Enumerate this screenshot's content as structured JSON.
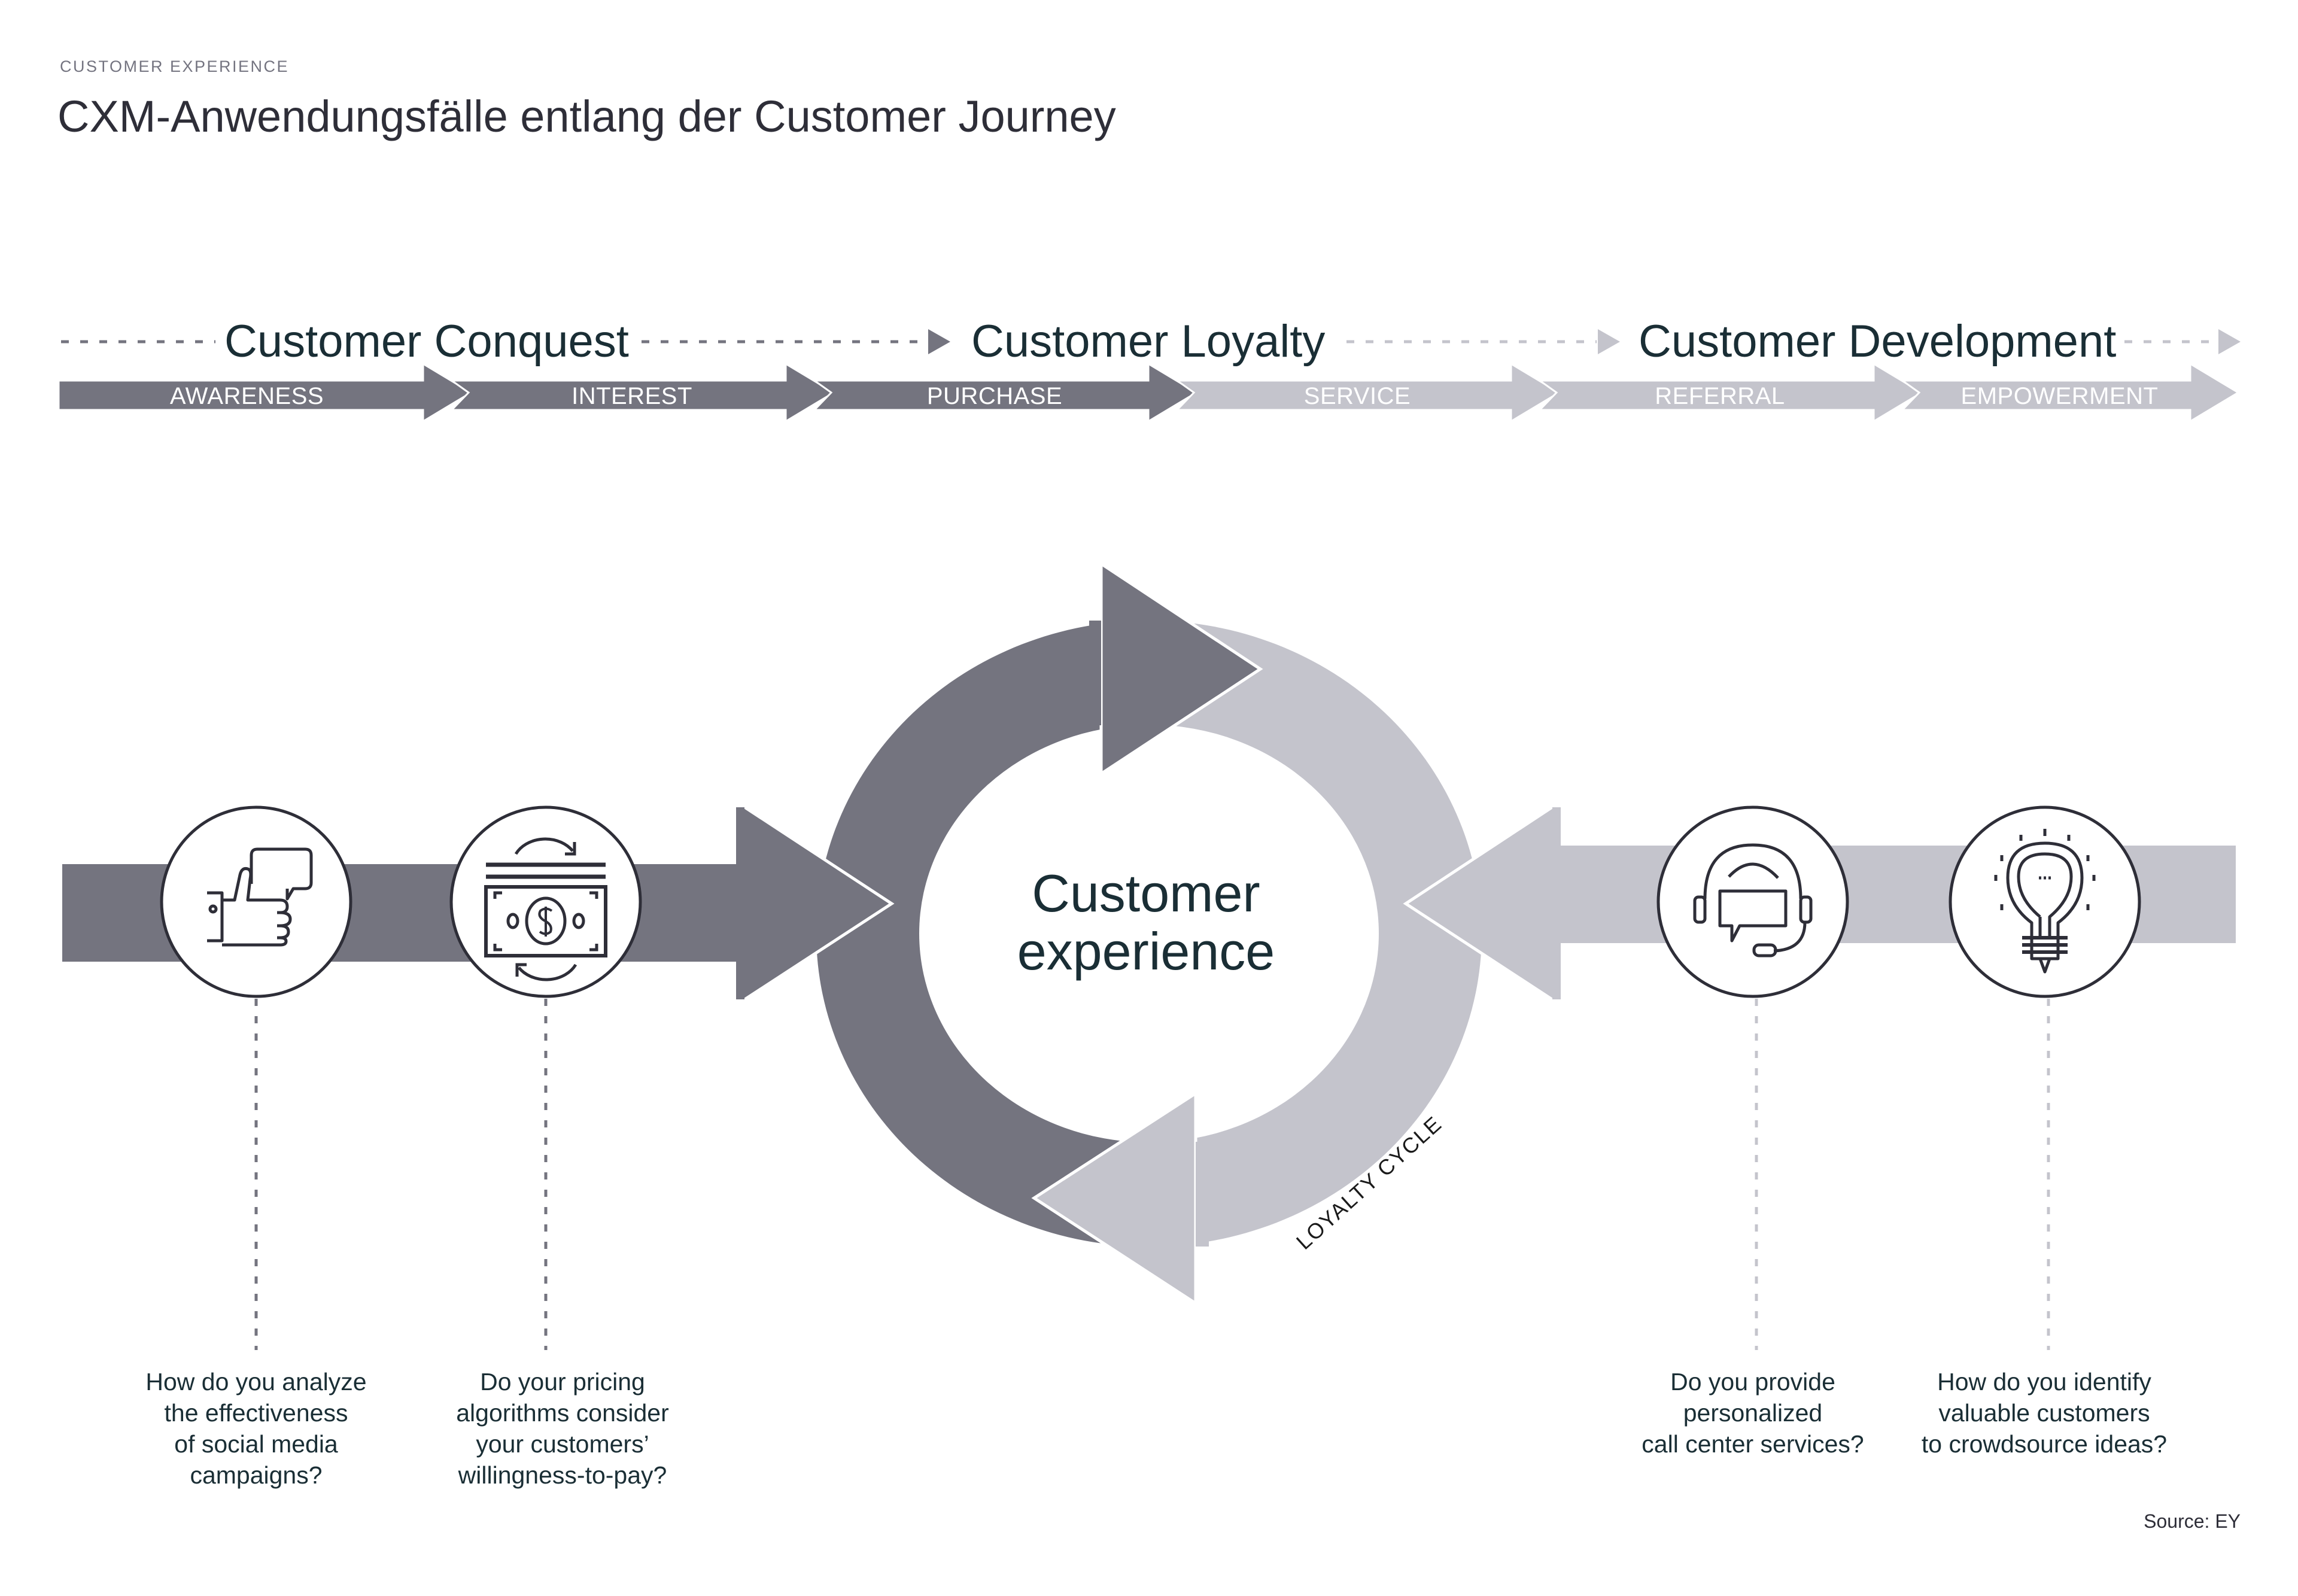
{
  "header": {
    "eyebrow": "CUSTOMER EXPERIENCE",
    "title": "CXM-Anwendungsfälle entlang der Customer Journey"
  },
  "colors": {
    "dark": "#74747f",
    "light": "#c4c4cc",
    "text": "#1a2e35",
    "icon_stroke": "#2e2e38"
  },
  "phases": [
    {
      "label": "Customer Conquest",
      "tone": "dark"
    },
    {
      "label": "Customer Loyalty",
      "tone": "light"
    },
    {
      "label": "Customer Development",
      "tone": "light"
    }
  ],
  "stages": [
    {
      "label": "AWARENESS",
      "tone": "dark"
    },
    {
      "label": "INTEREST",
      "tone": "dark"
    },
    {
      "label": "PURCHASE",
      "tone": "dark"
    },
    {
      "label": "SERVICE",
      "tone": "light"
    },
    {
      "label": "REFERRAL",
      "tone": "light"
    },
    {
      "label": "EMPOWERMENT",
      "tone": "light"
    }
  ],
  "cycle": {
    "center_line1": "Customer",
    "center_line2": "experience",
    "label": "LOYALTY CYCLE"
  },
  "use_cases": [
    {
      "icon": "thumbs-up-speech-bubble-icon",
      "tone": "dark",
      "question": "How do you analyze\nthe effectiveness\nof social media\ncampaigns?"
    },
    {
      "icon": "banknote-exchange-icon",
      "tone": "dark",
      "question": "Do your pricing\nalgorithms consider\nyour customers’\nwillingness-to-pay?"
    },
    {
      "icon": "headset-chat-icon",
      "tone": "light",
      "question": "Do you provide\npersonalized\ncall center services?"
    },
    {
      "icon": "lightbulb-idea-icon",
      "tone": "light",
      "question": "How do you identify\nvaluable customers\nto crowdsource ideas?"
    }
  ],
  "source": "Source: EY"
}
